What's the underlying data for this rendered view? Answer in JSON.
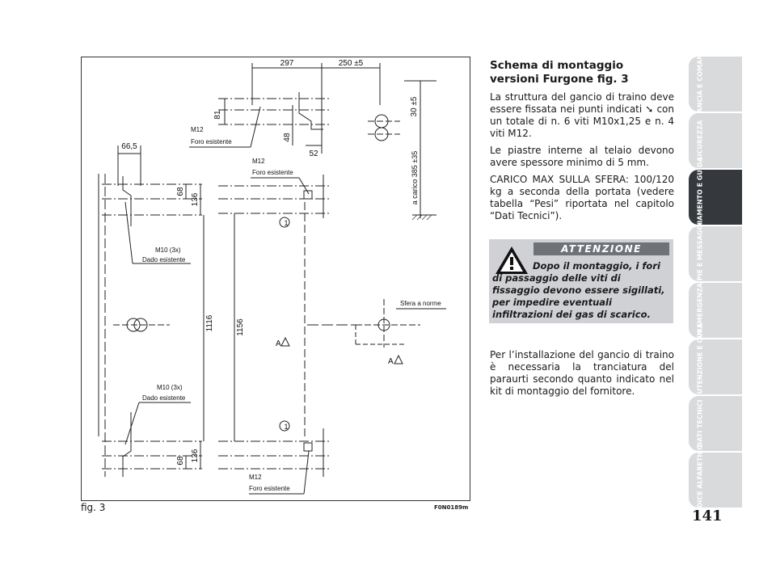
{
  "figure": {
    "caption": "fig. 3",
    "code": "F0N0189m",
    "dims": {
      "d297": "297",
      "d250": "250 ±5",
      "d30": "30 ±5",
      "d81": "81",
      "d48": "48",
      "d52": "52",
      "d66": "66,5",
      "d68a": "68",
      "d136a": "136",
      "d1116": "1116",
      "d1156": "1156",
      "d68b": "68",
      "d136b": "136",
      "d385": "a carico 385 ±35"
    },
    "labels": {
      "m12a": "M12",
      "foro_a": "Foro esistente",
      "m12b": "M12",
      "foro_b": "Foro esistente",
      "m12c": "M12",
      "foro_c": "Foro esistente",
      "m10a": "M10 (3x)",
      "dado_a": "Dado esistente",
      "m10b": "M10 (3x)",
      "dado_b": "Dado esistente",
      "sfera": "Sfera a norme",
      "a1": "A",
      "a2": "A",
      "n1": "1",
      "n2": "1"
    }
  },
  "article": {
    "heading": "Schema di montaggio versioni Furgone fig. 3",
    "p1": "La struttura del gancio di traino deve essere fissata nei punti indicati ➘ con un totale di n. 6 viti M10x1,25 e n. 4 viti M12.",
    "p2": "Le piastre interne al telaio devono avere spessore minimo di 5 mm.",
    "p3": "CARICO MAX SULLA SFERA: 100/120 kg a seconda della portata (vedere tabella “Pesi” riportata nel capitolo “Dati Tecnici”).",
    "warning_title": "ATTENZIONE",
    "warning_text": "Dopo il montaggio, i fori di passaggio delle viti di fissaggio devono essere sigillati, per impedire eventuali infiltrazioni dei gas di scarico.",
    "p4": "Per l’installazione del gancio di traino è necessaria la tranciatura del paraurti secondo quanto indicato nel kit di montaggio del fornitore."
  },
  "tabs": [
    {
      "label": "PLANCIA E COMANDI",
      "active": false
    },
    {
      "label": "SICUREZZA",
      "active": false
    },
    {
      "label": "AVVIAMENTO E GUIDA",
      "active": true
    },
    {
      "label": "SPIE E MESSAGGI",
      "active": false
    },
    {
      "label": "IN EMERGENZA",
      "active": false
    },
    {
      "label": "MANUTENZIONE E CURA",
      "active": false
    },
    {
      "label": "DATI TECNICI",
      "active": false
    },
    {
      "label": "INDICE ALFABETICO",
      "active": false
    }
  ],
  "page_number": "141"
}
